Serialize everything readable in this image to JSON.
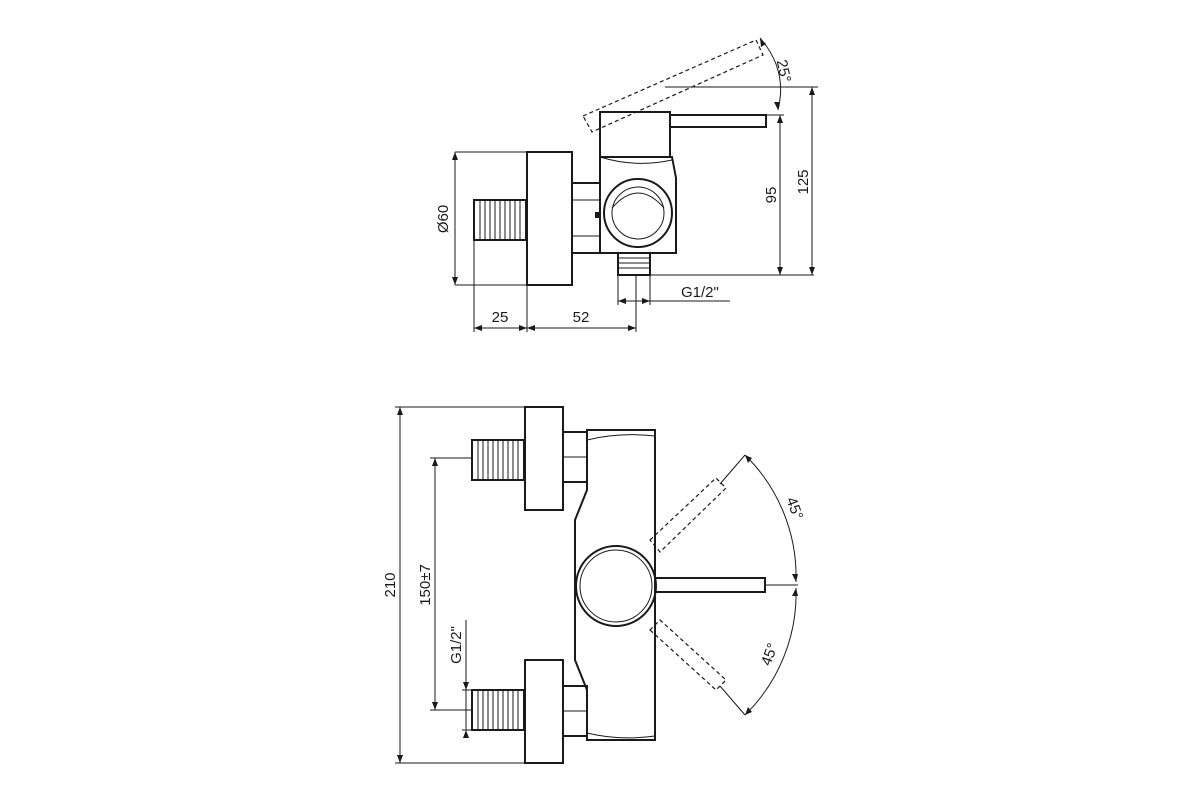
{
  "top_view": {
    "dim_diameter": "Ø60",
    "dim_offset": "25",
    "dim_depth": "52",
    "dim_outlet_thread": "G1/2\"",
    "dim_lever_height": "95",
    "dim_total_height": "125",
    "dim_lever_angle": "25°"
  },
  "front_view": {
    "dim_overall_height": "210",
    "dim_inlet_spacing": "150±7",
    "dim_inlet_thread": "G1/2\"",
    "dim_angle_upper": "45°",
    "dim_angle_lower": "45°"
  }
}
